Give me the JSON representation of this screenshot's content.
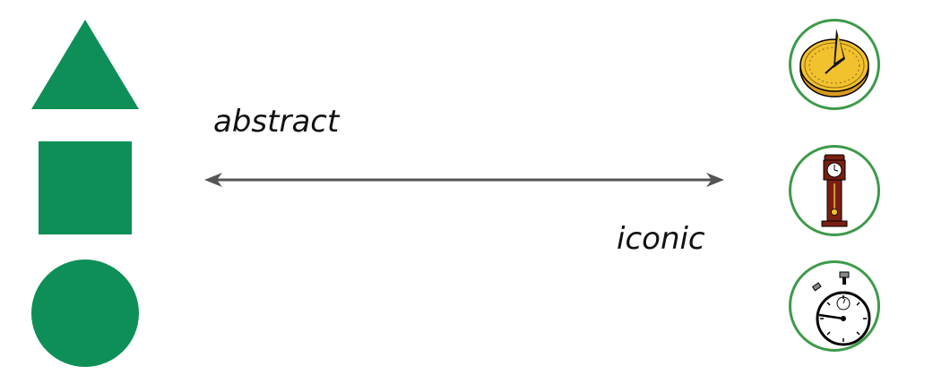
{
  "labels": {
    "left_end": "abstract",
    "right_end": "iconic"
  },
  "abstract_shapes": [
    "triangle",
    "square",
    "circle"
  ],
  "iconic_images": [
    "sundial-icon",
    "grandfather-clock-icon",
    "stopwatch-icon"
  ],
  "colors": {
    "shape_green": "#0d8f57",
    "ring_green": "#3d9a49",
    "arrow_gray": "#555555",
    "sundial_gold": "#f2c12e",
    "clock_wood": "#7a1f12"
  }
}
